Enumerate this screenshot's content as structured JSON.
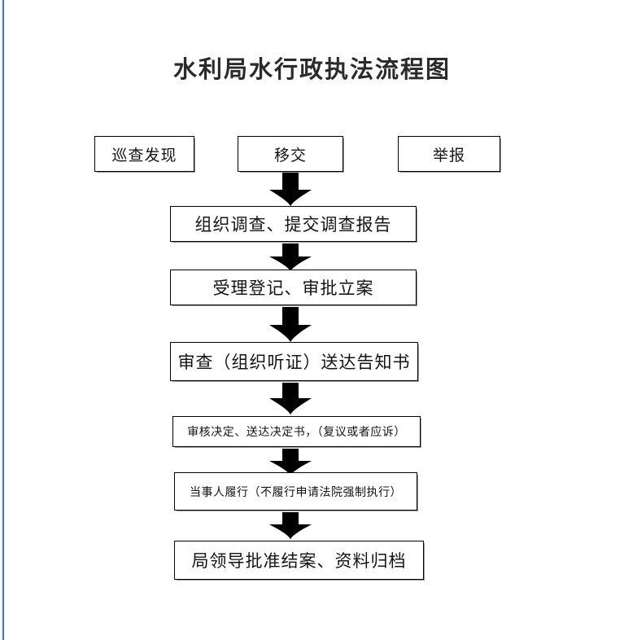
{
  "page": {
    "title": "水利局水行政执法流程图",
    "accent_color": "#2e7fd4",
    "box_border_color": "#000000",
    "arrow_color": "#000000",
    "background": "#ffffff"
  },
  "sources": [
    {
      "label": "巡查发现"
    },
    {
      "label": "移交"
    },
    {
      "label": "举报"
    }
  ],
  "steps": [
    {
      "label": "组织调查、提交调查报告"
    },
    {
      "label": "受理登记、审批立案"
    },
    {
      "label": "审查（组织听证）送达告知书"
    },
    {
      "label": "审核决定、送达决定书，（复议或者应诉）"
    },
    {
      "label": "当事人履行（不履行申请法院强制执行）"
    },
    {
      "label": "局领导批准结案、资料归档"
    }
  ],
  "connectors": [
    {
      "name": "down-arrow-1"
    },
    {
      "name": "down-arrow-2"
    },
    {
      "name": "down-arrow-3"
    },
    {
      "name": "down-arrow-4"
    },
    {
      "name": "down-arrow-5"
    },
    {
      "name": "down-arrow-6"
    }
  ]
}
